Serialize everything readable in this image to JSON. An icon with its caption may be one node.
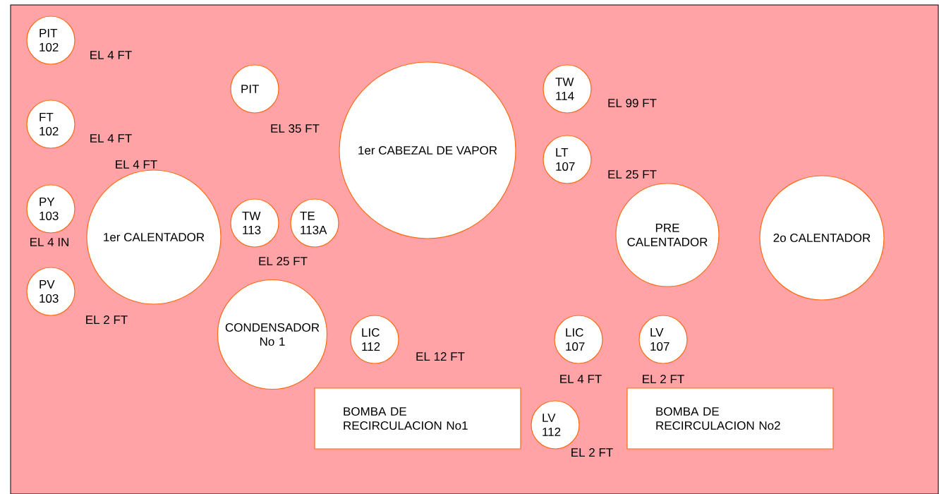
{
  "diagram": {
    "nodes": [
      {
        "text": [
          "PIT 102"
        ]
      },
      {
        "text": [
          "PIT"
        ]
      },
      {
        "text": [
          "1er CABEZAL DE VAPOR"
        ]
      },
      {
        "text": [
          "TW 114"
        ]
      },
      {
        "text": [
          "FT 102"
        ]
      },
      {
        "text": [
          "LT 107"
        ]
      },
      {
        "text": [
          "PY 103"
        ]
      },
      {
        "text": [
          "1er CALENTADOR"
        ]
      },
      {
        "text": [
          "TW 113"
        ]
      },
      {
        "text": [
          "TE 113A"
        ]
      },
      {
        "text": [
          "PRE CALENTADOR"
        ]
      },
      {
        "text": [
          "2o CALENTADOR"
        ]
      },
      {
        "text": [
          "PV 103"
        ]
      },
      {
        "text": [
          "CONDENSADOR No 1"
        ]
      },
      {
        "text": [
          "LIC 112"
        ]
      },
      {
        "text": [
          "LIC 107"
        ]
      },
      {
        "text": [
          "LV 107"
        ]
      },
      {
        "text": [
          "BOMBA DE RECIRCULACION No1"
        ]
      },
      {
        "text": [
          "LV 112"
        ]
      },
      {
        "text": [
          "BOMBA DE RECIRCULACION No2"
        ]
      }
    ],
    "labels": [
      "EL 4 FT",
      "EL 99 FT",
      "EL 35 FT",
      "EL 4 FT",
      "EL 4 FT",
      "EL 25 FT",
      "EL 4 IN",
      "EL 25 FT",
      "EL 2 FT",
      "EL 12 FT",
      "EL 4 FT",
      "EL 2 FT",
      "EL 2 FT"
    ]
  }
}
